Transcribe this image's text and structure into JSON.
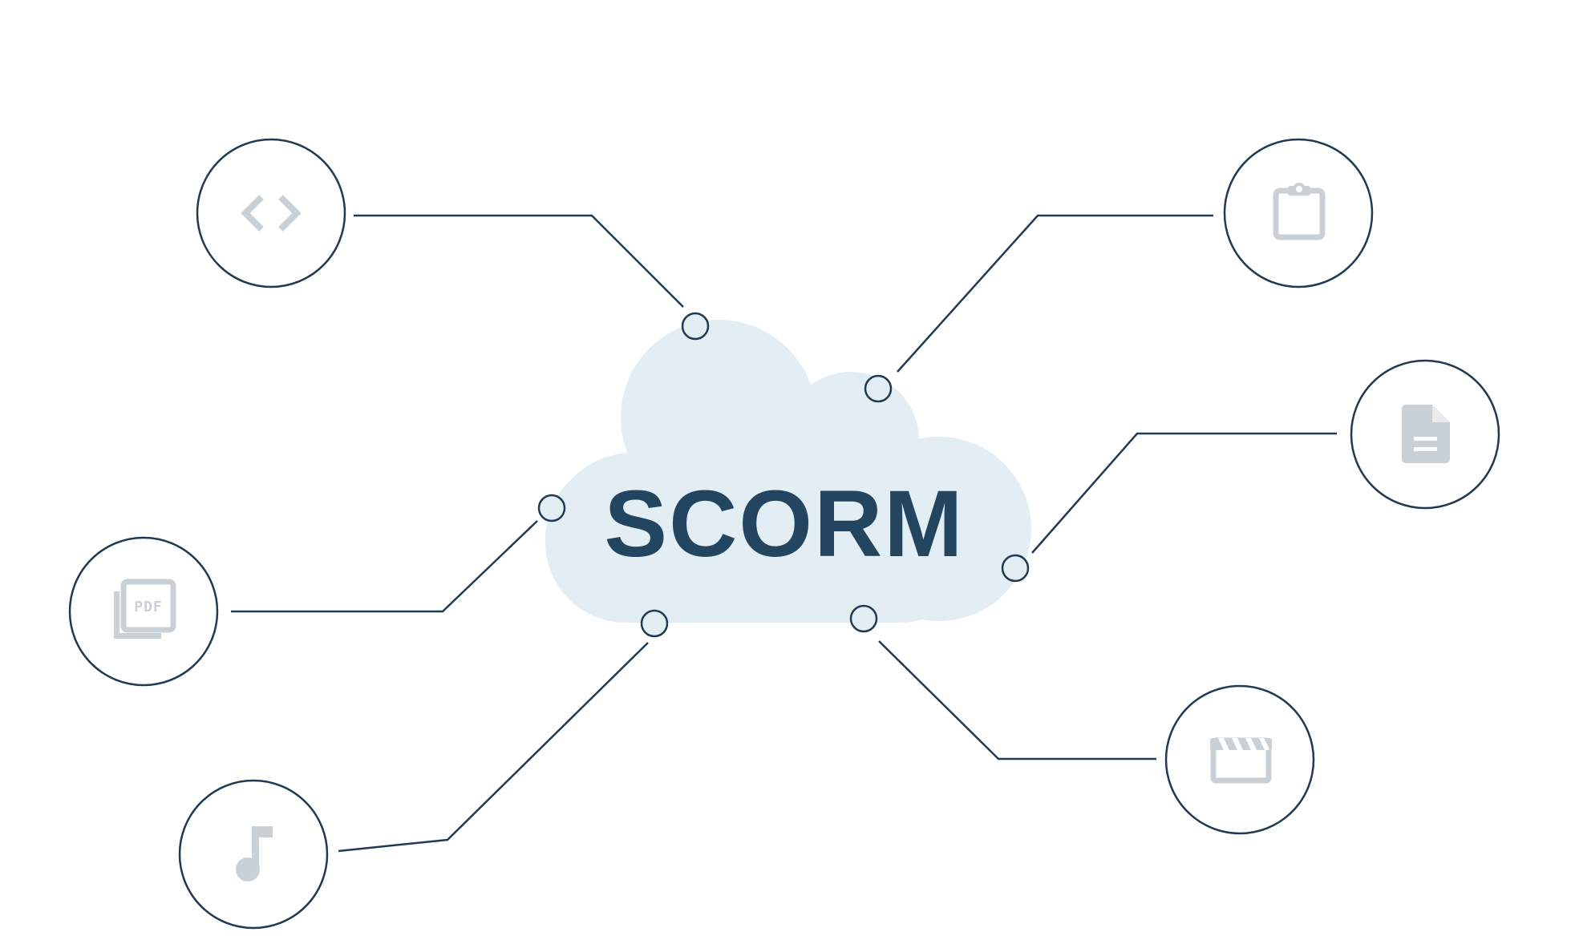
{
  "diagram": {
    "center": {
      "label": "SCORM",
      "shape": "cloud"
    },
    "nodes": [
      {
        "id": "code",
        "icon": "code-icon"
      },
      {
        "id": "pdf",
        "icon": "pdf-icon",
        "icon_text": "PDF"
      },
      {
        "id": "music",
        "icon": "music-note-icon"
      },
      {
        "id": "clipboard",
        "icon": "clipboard-icon"
      },
      {
        "id": "document",
        "icon": "document-icon"
      },
      {
        "id": "video",
        "icon": "clapperboard-icon"
      }
    ],
    "colors": {
      "line": "#213a52",
      "cloud": "#e3eef4",
      "label": "#234560",
      "icon": "#c9d0d6",
      "background": "#ffffff"
    }
  }
}
